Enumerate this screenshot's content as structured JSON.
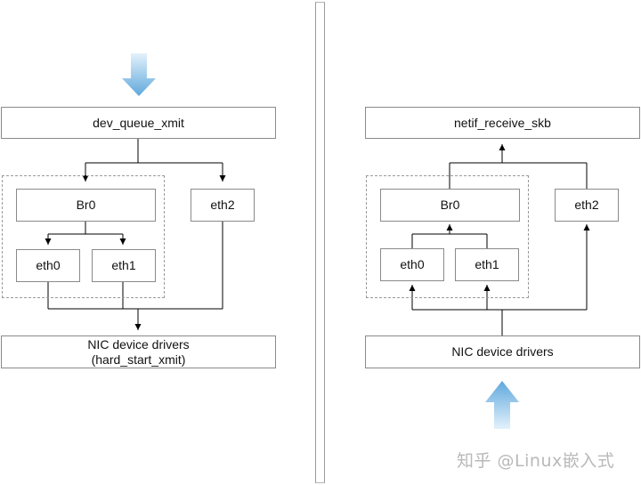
{
  "left": {
    "top_box": "dev_queue_xmit",
    "bridge_box": "Br0",
    "eth2_box": "eth2",
    "eth0_box": "eth0",
    "eth1_box": "eth1",
    "driver_line1": "NIC device drivers",
    "driver_line2": "(hard_start_xmit)"
  },
  "right": {
    "top_box": "netif_receive_skb",
    "bridge_box": "Br0",
    "eth2_box": "eth2",
    "eth0_box": "eth0",
    "eth1_box": "eth1",
    "driver_box": "NIC device drivers"
  },
  "watermark": "知乎 @Linux嵌入式",
  "colors": {
    "box_border": "#8a8a8a",
    "line": "#000000",
    "arrow_top": "#c8e2f6",
    "arrow_bottom": "#5fa8dc"
  }
}
